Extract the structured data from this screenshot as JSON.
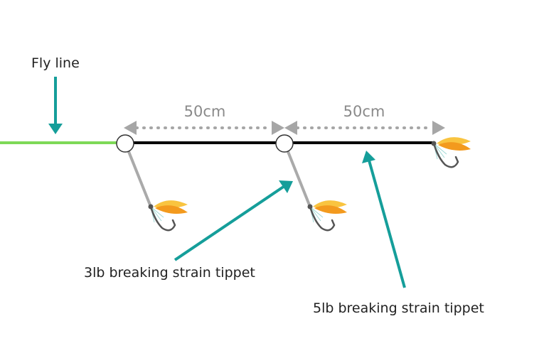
{
  "labels": {
    "fly_line": "Fly line",
    "dropper_tippet": "3lb breaking strain tippet",
    "main_tippet": "5lb breaking strain tippet"
  },
  "dimensions": {
    "segment_1": "50cm",
    "segment_2": "50cm"
  },
  "colors": {
    "fly_line": "#7ed957",
    "tippet": "#000000",
    "dropper": "#aaaaaa",
    "annotation_arrow": "#159e9a",
    "dimension_arrow": "#a6a6a6",
    "fly_wing_light": "#f9c440",
    "fly_wing_dark": "#f39a1e",
    "hook": "#555555",
    "hackle": "#9fd9d6"
  },
  "icons": {
    "fly": "dry-fly-icon",
    "knot": "knot-ring-icon"
  }
}
